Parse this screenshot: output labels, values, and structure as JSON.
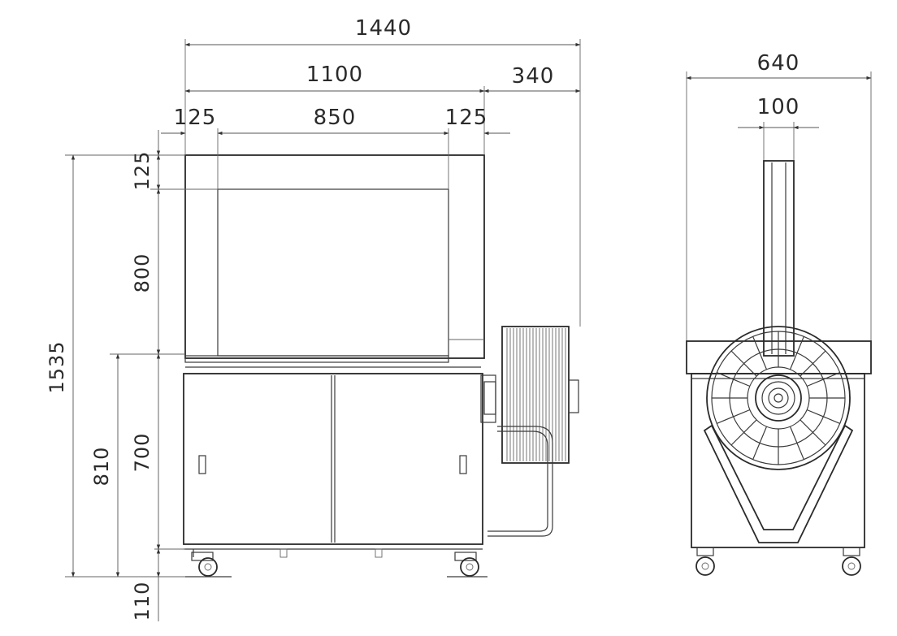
{
  "drawing": {
    "front": {
      "width_total": "1440",
      "width_body": "1100",
      "width_reel": "340",
      "left_offset": "125",
      "arch_width": "850",
      "right_offset": "125",
      "top_gap": "125",
      "arch_height": "800",
      "table_height": "700",
      "overall_height": "1535",
      "work_height": "810",
      "caster_height": "110"
    },
    "side": {
      "width_total": "640",
      "arch_width": "100"
    }
  }
}
